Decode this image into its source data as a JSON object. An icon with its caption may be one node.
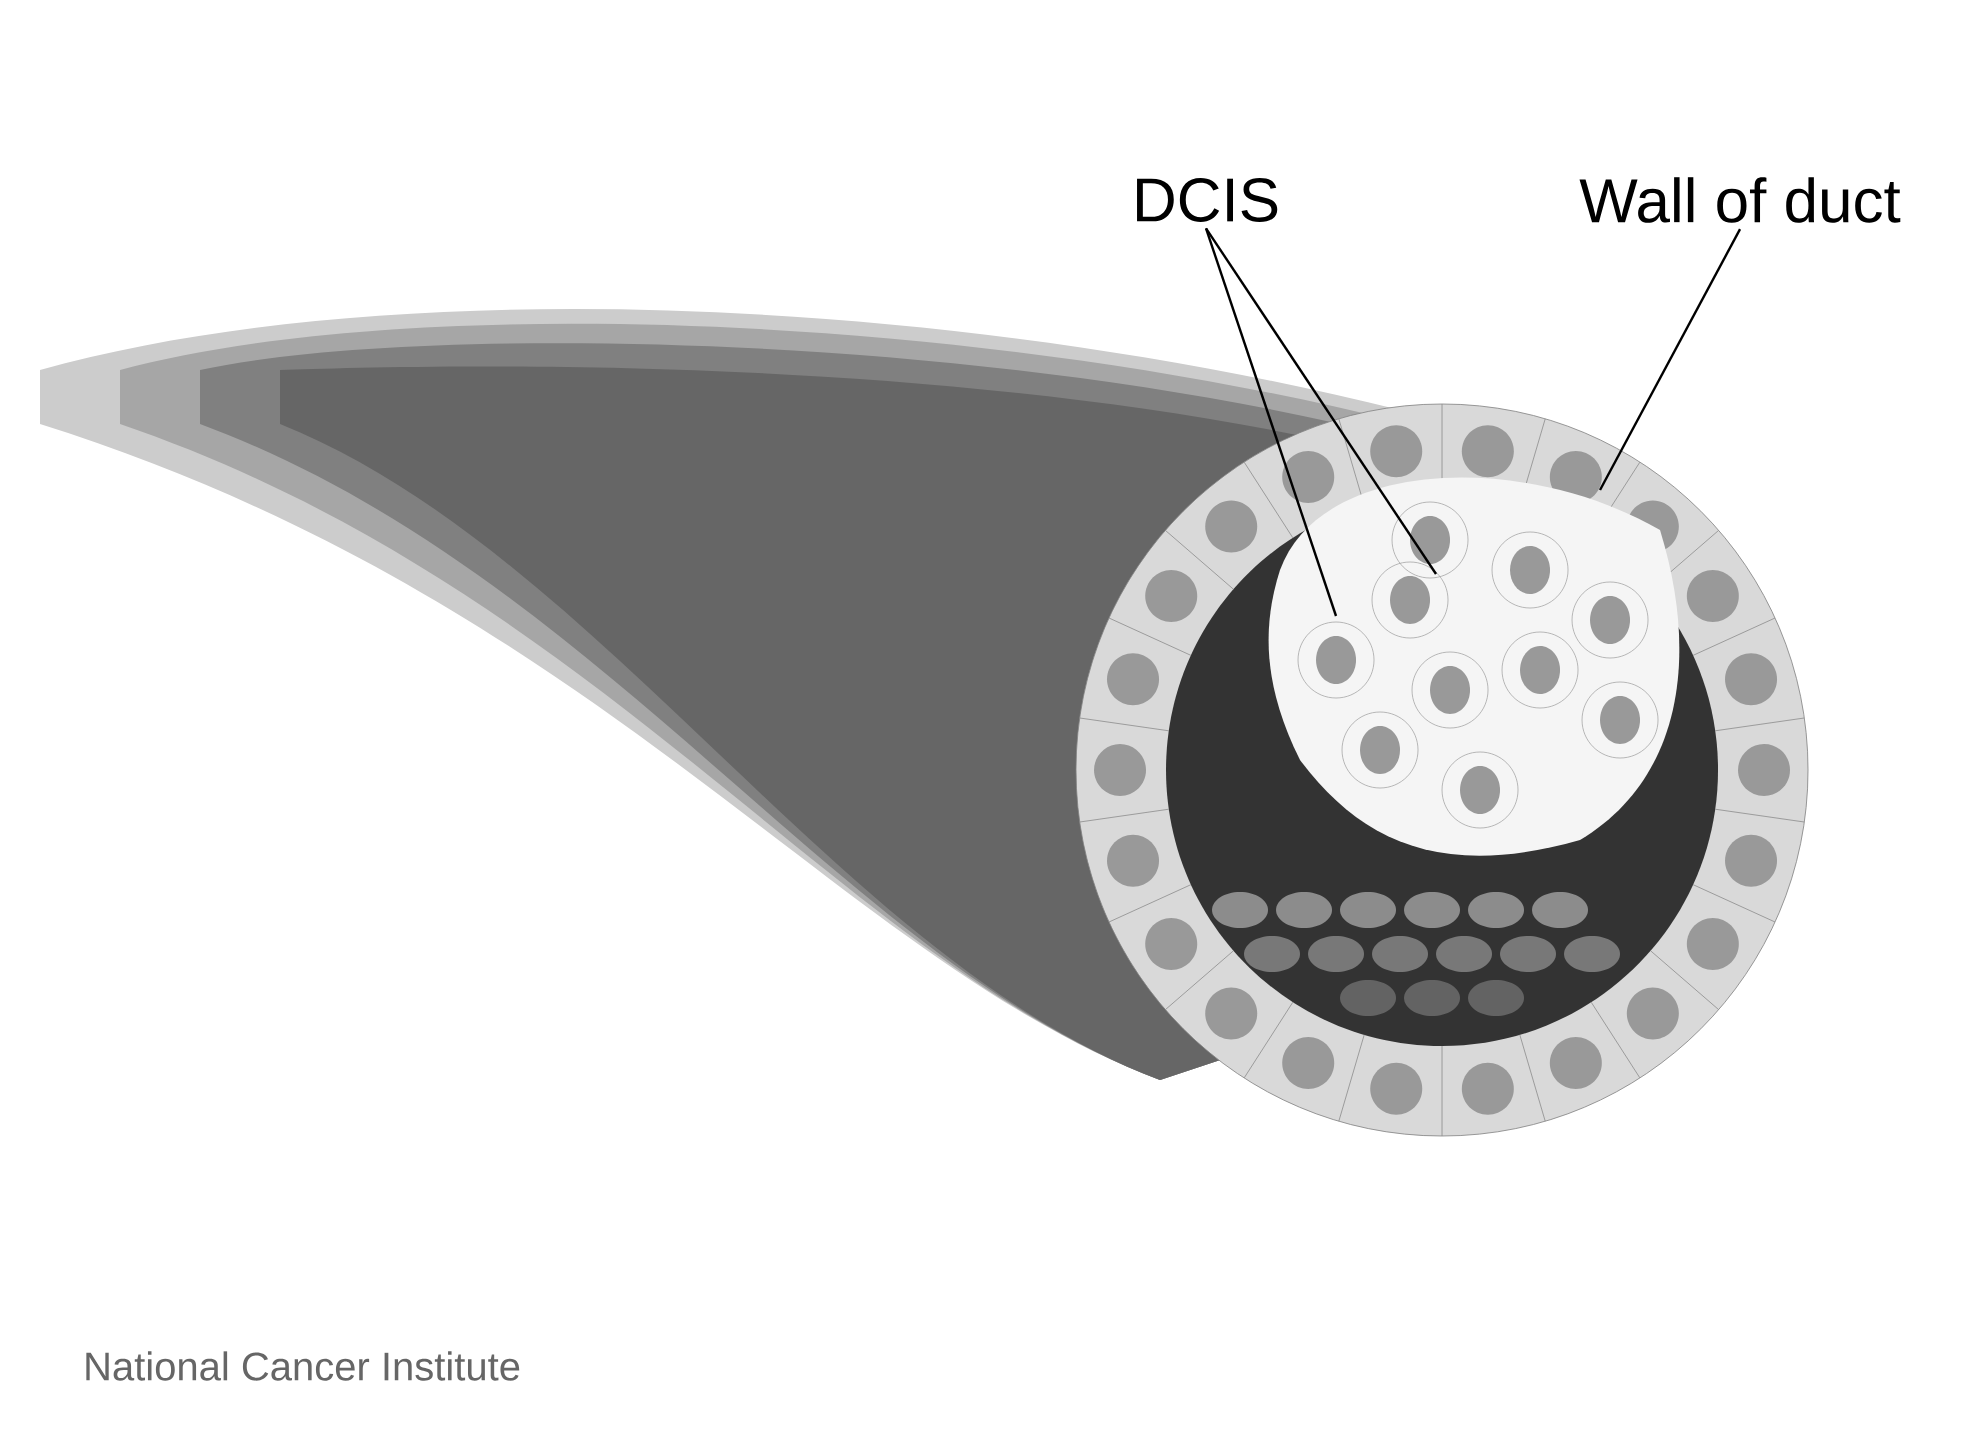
{
  "diagram": {
    "nodes": [
      {
        "text": [
          "DCIS"
        ]
      },
      {
        "text": [
          "Wall of duct"
        ]
      }
    ],
    "edges": [
      {
        "from": 0,
        "to": null,
        "arrow": "none"
      },
      {
        "from": 0,
        "to": null,
        "arrow": "none"
      },
      {
        "from": 1,
        "to": null,
        "arrow": "none"
      }
    ],
    "labels": [
      "National Cancer Institute"
    ]
  }
}
